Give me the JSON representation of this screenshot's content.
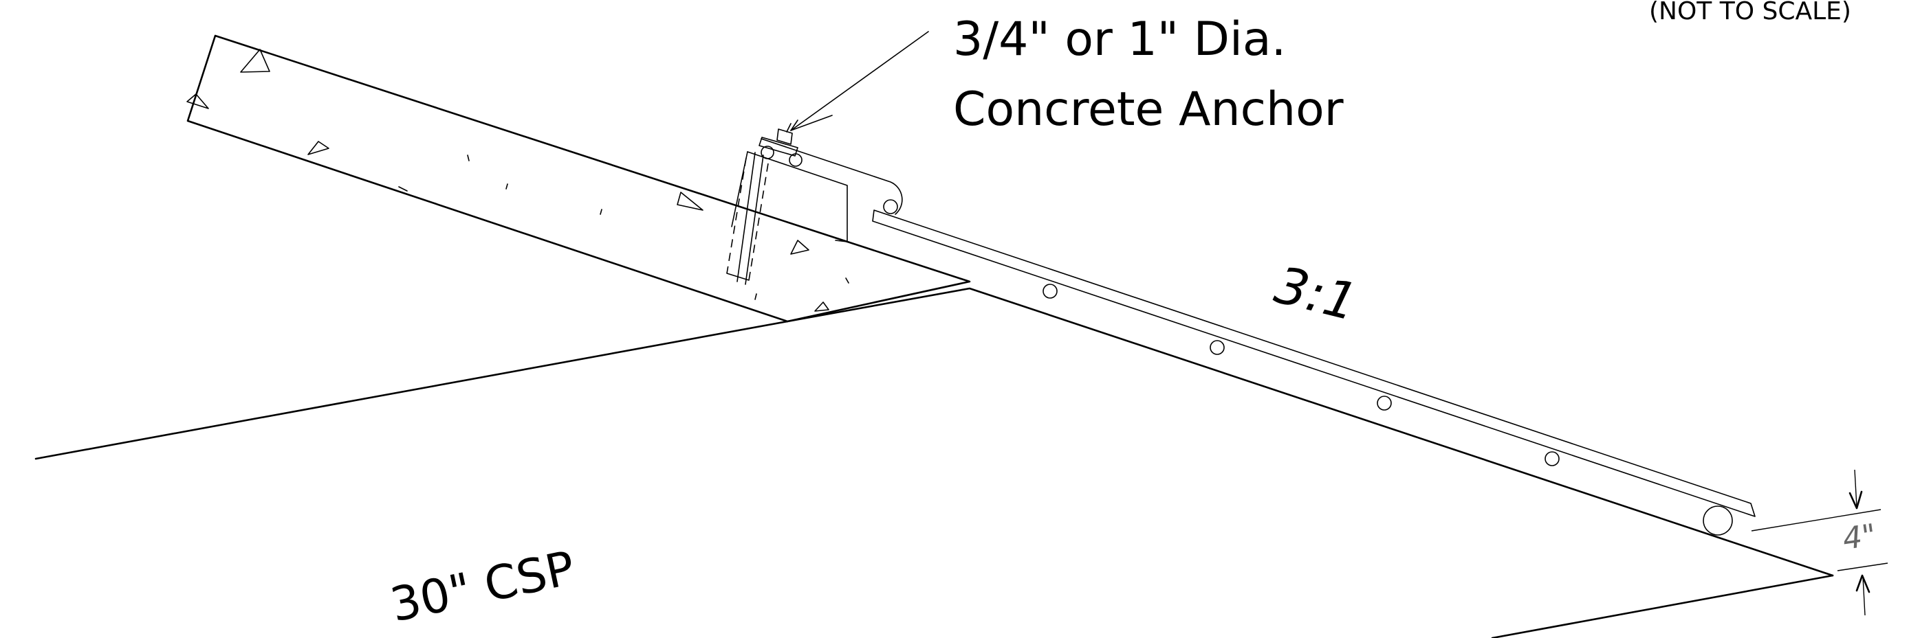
{
  "callouts": {
    "anchor_line1": "3/4\" or 1\" Dia.",
    "anchor_line2": "Concrete Anchor",
    "slope": "3:1",
    "pipe": "30\" CSP",
    "dimension": "4\"",
    "scale_note": "(NOT TO SCALE)"
  }
}
